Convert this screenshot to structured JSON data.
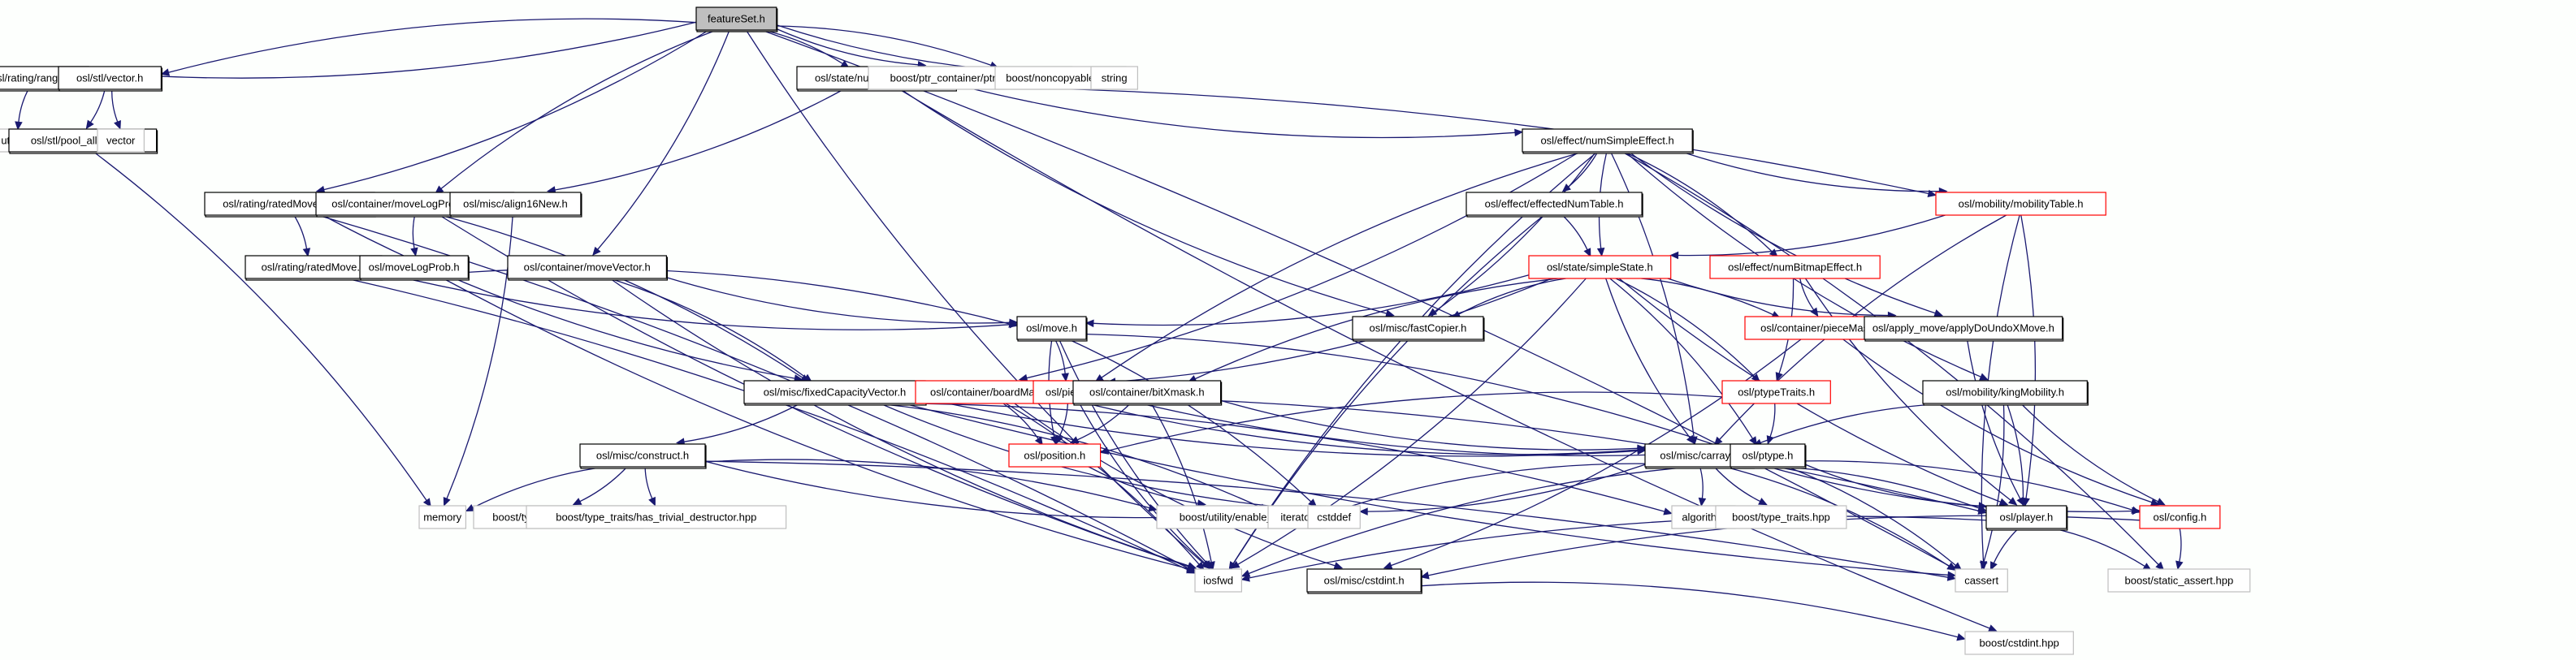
{
  "graph": {
    "title": "featureSet.h",
    "edge_color": "#191970",
    "legend_colors": {
      "main": "#bfbfbf",
      "documented_border": "#000000",
      "truncated_border": "#ff0000",
      "external_border": "#bfbfbf"
    },
    "nodes": [
      {
        "id": "featureSet",
        "label": "featureSet.h",
        "kind": "main"
      },
      {
        "id": "range",
        "label": "osl/rating/range.h",
        "kind": "documented"
      },
      {
        "id": "stlvector",
        "label": "osl/stl/vector.h",
        "kind": "documented"
      },
      {
        "id": "numEffectState",
        "label": "osl/state/numEffectState.h",
        "kind": "documented"
      },
      {
        "id": "ptr_vector",
        "label": "boost/ptr_container/ptr_vector.hpp",
        "kind": "external"
      },
      {
        "id": "noncopyable",
        "label": "boost/noncopyable.hpp",
        "kind": "external"
      },
      {
        "id": "string",
        "label": "string",
        "kind": "external"
      },
      {
        "id": "utility",
        "label": "utility",
        "kind": "external"
      },
      {
        "id": "pool_allocator",
        "label": "osl/stl/pool_allocator.h",
        "kind": "documented"
      },
      {
        "id": "vector",
        "label": "vector",
        "kind": "external"
      },
      {
        "id": "numSimpleEffect",
        "label": "osl/effect/numSimpleEffect.h",
        "kind": "documented"
      },
      {
        "id": "ratedMoveVector",
        "label": "osl/rating/ratedMoveVector.h",
        "kind": "documented"
      },
      {
        "id": "moveLogProbVector",
        "label": "osl/container/moveLogProbVector.h",
        "kind": "documented"
      },
      {
        "id": "align16New",
        "label": "osl/misc/align16New.h",
        "kind": "documented"
      },
      {
        "id": "effectedNumTable",
        "label": "osl/effect/effectedNumTable.h",
        "kind": "documented"
      },
      {
        "id": "mobilityTable",
        "label": "osl/mobility/mobilityTable.h",
        "kind": "truncated"
      },
      {
        "id": "ratedMove",
        "label": "osl/rating/ratedMove.h",
        "kind": "documented"
      },
      {
        "id": "moveLogProb",
        "label": "osl/moveLogProb.h",
        "kind": "documented"
      },
      {
        "id": "moveVector",
        "label": "osl/container/moveVector.h",
        "kind": "documented"
      },
      {
        "id": "simpleState",
        "label": "osl/state/simpleState.h",
        "kind": "truncated"
      },
      {
        "id": "numBitmapEffect",
        "label": "osl/effect/numBitmapEffect.h",
        "kind": "truncated"
      },
      {
        "id": "move",
        "label": "osl/move.h",
        "kind": "documented"
      },
      {
        "id": "fastCopier",
        "label": "osl/misc/fastCopier.h",
        "kind": "documented"
      },
      {
        "id": "pieceMask",
        "label": "osl/container/pieceMask.h",
        "kind": "truncated"
      },
      {
        "id": "applyDoUndoXMove",
        "label": "osl/apply_move/applyDoUndoXMove.h",
        "kind": "documented"
      },
      {
        "id": "fixedCapacityVector",
        "label": "osl/misc/fixedCapacityVector.h",
        "kind": "documented"
      },
      {
        "id": "boardMask",
        "label": "osl/container/boardMask.h",
        "kind": "truncated"
      },
      {
        "id": "piece",
        "label": "osl/piece.h",
        "kind": "truncated"
      },
      {
        "id": "bitXmask",
        "label": "osl/container/bitXmask.h",
        "kind": "documented"
      },
      {
        "id": "ptypeTraits",
        "label": "osl/ptypeTraits.h",
        "kind": "truncated"
      },
      {
        "id": "kingMobility",
        "label": "osl/mobility/kingMobility.h",
        "kind": "documented"
      },
      {
        "id": "construct",
        "label": "osl/misc/construct.h",
        "kind": "documented"
      },
      {
        "id": "position",
        "label": "osl/position.h",
        "kind": "truncated"
      },
      {
        "id": "carray",
        "label": "osl/misc/carray.h",
        "kind": "documented"
      },
      {
        "id": "ptype",
        "label": "osl/ptype.h",
        "kind": "documented"
      },
      {
        "id": "memory",
        "label": "memory",
        "kind": "external"
      },
      {
        "id": "is_pod",
        "label": "boost/type_traits/is_pod.hpp",
        "kind": "external"
      },
      {
        "id": "has_trivial_destructor",
        "label": "boost/type_traits/has_trivial_destructor.hpp",
        "kind": "external"
      },
      {
        "id": "enable_if",
        "label": "boost/utility/enable_if.hpp",
        "kind": "external"
      },
      {
        "id": "iterator",
        "label": "iterator",
        "kind": "external"
      },
      {
        "id": "cstddef",
        "label": "cstddef",
        "kind": "external"
      },
      {
        "id": "algorithm",
        "label": "algorithm",
        "kind": "external"
      },
      {
        "id": "type_traits",
        "label": "boost/type_traits.hpp",
        "kind": "external"
      },
      {
        "id": "player",
        "label": "osl/player.h",
        "kind": "documented"
      },
      {
        "id": "config",
        "label": "osl/config.h",
        "kind": "truncated"
      },
      {
        "id": "iosfwd",
        "label": "iosfwd",
        "kind": "external"
      },
      {
        "id": "cstdint",
        "label": "osl/misc/cstdint.h",
        "kind": "documented"
      },
      {
        "id": "cassert",
        "label": "cassert",
        "kind": "external"
      },
      {
        "id": "static_assert",
        "label": "boost/static_assert.hpp",
        "kind": "external"
      },
      {
        "id": "boost_cstdint",
        "label": "boost/cstdint.hpp",
        "kind": "external"
      }
    ],
    "edges": [
      [
        "featureSet",
        "range"
      ],
      [
        "featureSet",
        "stlvector"
      ],
      [
        "featureSet",
        "numEffectState"
      ],
      [
        "featureSet",
        "ptr_vector"
      ],
      [
        "featureSet",
        "noncopyable"
      ],
      [
        "featureSet",
        "string"
      ],
      [
        "featureSet",
        "ratedMoveVector"
      ],
      [
        "featureSet",
        "moveLogProbVector"
      ],
      [
        "featureSet",
        "moveVector"
      ],
      [
        "featureSet",
        "iosfwd"
      ],
      [
        "featureSet",
        "cassert"
      ],
      [
        "range",
        "utility"
      ],
      [
        "stlvector",
        "pool_allocator"
      ],
      [
        "stlvector",
        "vector"
      ],
      [
        "pool_allocator",
        "memory"
      ],
      [
        "numEffectState",
        "numSimpleEffect"
      ],
      [
        "numEffectState",
        "align16New"
      ],
      [
        "numEffectState",
        "fastCopier"
      ],
      [
        "numEffectState",
        "mobilityTable"
      ],
      [
        "numEffectState",
        "boost_cstdint"
      ],
      [
        "numSimpleEffect",
        "effectedNumTable"
      ],
      [
        "numSimpleEffect",
        "simpleState"
      ],
      [
        "numSimpleEffect",
        "numBitmapEffect"
      ],
      [
        "numSimpleEffect",
        "mobilityTable"
      ],
      [
        "numSimpleEffect",
        "fastCopier"
      ],
      [
        "numSimpleEffect",
        "applyDoUndoXMove"
      ],
      [
        "numSimpleEffect",
        "boardMask"
      ],
      [
        "numSimpleEffect",
        "piece"
      ],
      [
        "numSimpleEffect",
        "carray"
      ],
      [
        "numSimpleEffect",
        "kingMobility"
      ],
      [
        "numSimpleEffect",
        "static_assert"
      ],
      [
        "numSimpleEffect",
        "iosfwd"
      ],
      [
        "effectedNumTable",
        "simpleState"
      ],
      [
        "effectedNumTable",
        "iosfwd"
      ],
      [
        "mobilityTable",
        "simpleState"
      ],
      [
        "mobilityTable",
        "carray"
      ],
      [
        "mobilityTable",
        "player"
      ],
      [
        "mobilityTable",
        "cassert"
      ],
      [
        "ratedMoveVector",
        "ratedMove"
      ],
      [
        "ratedMoveVector",
        "fixedCapacityVector"
      ],
      [
        "ratedMoveVector",
        "iosfwd"
      ],
      [
        "ratedMove",
        "move"
      ],
      [
        "ratedMove",
        "iosfwd"
      ],
      [
        "moveLogProbVector",
        "moveLogProb"
      ],
      [
        "moveLogProbVector",
        "fixedCapacityVector"
      ],
      [
        "moveLogProbVector",
        "iosfwd"
      ],
      [
        "moveLogProb",
        "move"
      ],
      [
        "moveLogProb",
        "iosfwd"
      ],
      [
        "align16New",
        "memory"
      ],
      [
        "moveVector",
        "move"
      ],
      [
        "moveVector",
        "fixedCapacityVector"
      ],
      [
        "moveVector",
        "iosfwd"
      ],
      [
        "simpleState",
        "move"
      ],
      [
        "simpleState",
        "fastCopier"
      ],
      [
        "simpleState",
        "pieceMask"
      ],
      [
        "simpleState",
        "applyDoUndoXMove"
      ],
      [
        "simpleState",
        "piece"
      ],
      [
        "simpleState",
        "bitXmask"
      ],
      [
        "simpleState",
        "ptypeTraits"
      ],
      [
        "simpleState",
        "carray"
      ],
      [
        "simpleState",
        "ptype"
      ],
      [
        "simpleState",
        "player"
      ],
      [
        "simpleState",
        "iosfwd"
      ],
      [
        "numBitmapEffect",
        "pieceMask"
      ],
      [
        "numBitmapEffect",
        "ptypeTraits"
      ],
      [
        "numBitmapEffect",
        "player"
      ],
      [
        "move",
        "piece"
      ],
      [
        "move",
        "position"
      ],
      [
        "move",
        "ptype"
      ],
      [
        "move",
        "iosfwd"
      ],
      [
        "move",
        "cstddef"
      ],
      [
        "pieceMask",
        "config"
      ],
      [
        "pieceMask",
        "cstdint"
      ],
      [
        "applyDoUndoXMove",
        "player"
      ],
      [
        "fixedCapacityVector",
        "construct"
      ],
      [
        "fixedCapacityVector",
        "carray"
      ],
      [
        "fixedCapacityVector",
        "iterator"
      ],
      [
        "fixedCapacityVector",
        "cstddef"
      ],
      [
        "fixedCapacityVector",
        "algorithm"
      ],
      [
        "fixedCapacityVector",
        "cassert"
      ],
      [
        "boardMask",
        "position"
      ],
      [
        "boardMask",
        "carray"
      ],
      [
        "boardMask",
        "iosfwd"
      ],
      [
        "boardMask",
        "cstdint"
      ],
      [
        "piece",
        "position"
      ],
      [
        "piece",
        "ptype"
      ],
      [
        "piece",
        "player"
      ],
      [
        "piece",
        "iosfwd"
      ],
      [
        "bitXmask",
        "position"
      ],
      [
        "bitXmask",
        "carray"
      ],
      [
        "bitXmask",
        "iosfwd"
      ],
      [
        "ptypeTraits",
        "position"
      ],
      [
        "ptypeTraits",
        "ptype"
      ],
      [
        "kingMobility",
        "carray"
      ],
      [
        "kingMobility",
        "player"
      ],
      [
        "kingMobility",
        "config"
      ],
      [
        "kingMobility",
        "cassert"
      ],
      [
        "construct",
        "memory"
      ],
      [
        "construct",
        "is_pod"
      ],
      [
        "construct",
        "has_trivial_destructor"
      ],
      [
        "construct",
        "enable_if"
      ],
      [
        "construct",
        "iterator"
      ],
      [
        "construct",
        "cassert"
      ],
      [
        "position",
        "enable_if"
      ],
      [
        "carray",
        "algorithm"
      ],
      [
        "carray",
        "type_traits"
      ],
      [
        "carray",
        "cstddef"
      ],
      [
        "carray",
        "iterator"
      ],
      [
        "carray",
        "player"
      ],
      [
        "carray",
        "config"
      ],
      [
        "carray",
        "cassert"
      ],
      [
        "ptype",
        "player"
      ],
      [
        "ptype",
        "config"
      ],
      [
        "ptype",
        "iosfwd"
      ],
      [
        "ptype",
        "cassert"
      ],
      [
        "player",
        "cassert"
      ],
      [
        "player",
        "static_assert"
      ],
      [
        "player",
        "iosfwd"
      ],
      [
        "config",
        "static_assert"
      ],
      [
        "config",
        "cstdint"
      ],
      [
        "cstdint",
        "boost_cstdint"
      ]
    ]
  }
}
